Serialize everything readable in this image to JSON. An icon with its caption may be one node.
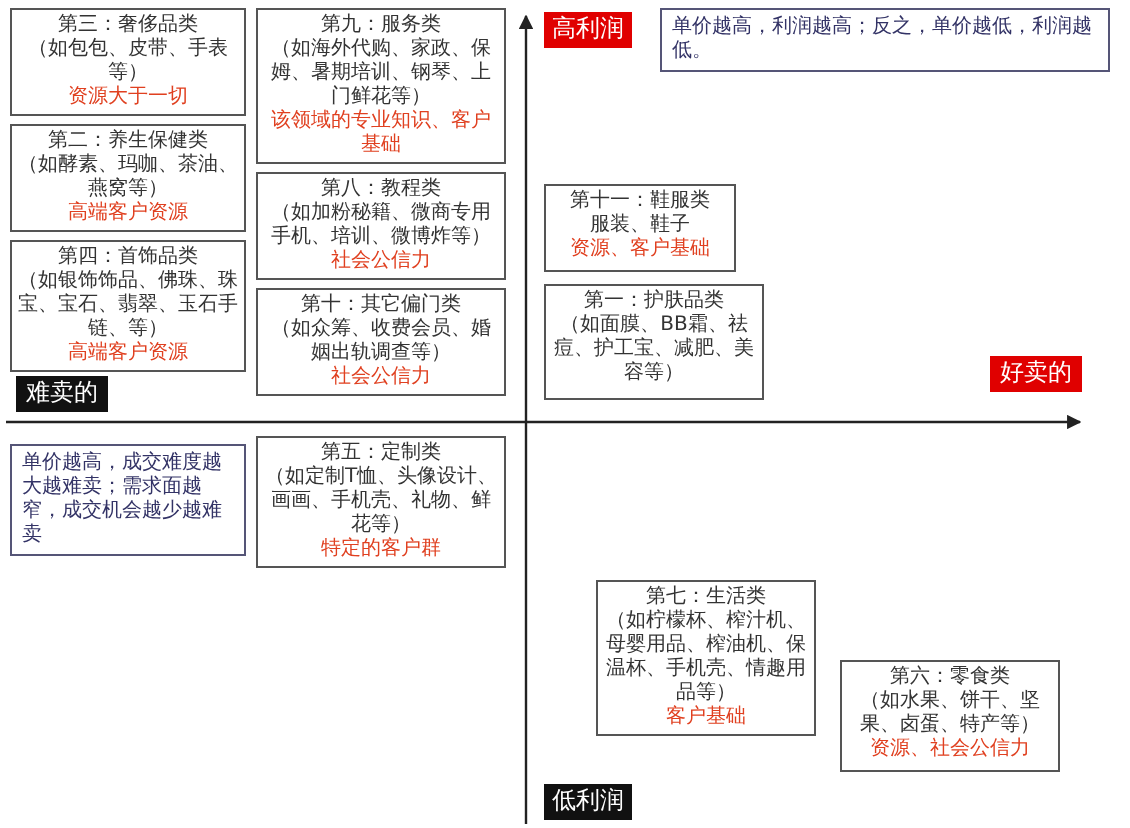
{
  "diagram": {
    "nodes": [
      {
        "text": [
          "第三：奢侈品类",
          "（如包包、皮带、手表等）",
          "资源大于一切"
        ]
      },
      {
        "text": [
          "第二：养生保健类",
          "（如酵素、玛咖、茶油、燕窝等）",
          "高端客户资源"
        ]
      },
      {
        "text": [
          "第四：首饰品类",
          "（如银饰饰品、佛珠、珠宝、宝石、翡翠、玉石手链、等）",
          "高端客户资源"
        ]
      },
      {
        "text": [
          "第九：服务类",
          "（如海外代购、家政、保姆、暑期培训、钢琴、上门鲜花等）",
          "该领域的专业知识、客户基础"
        ]
      },
      {
        "text": [
          "第八：教程类",
          "（如加粉秘籍、微商专用手机、培训、微博炸等）",
          "社会公信力"
        ]
      },
      {
        "text": [
          "第十：其它偏门类",
          "（如众筹、收费会员、婚姻出轨调查等）",
          "社会公信力"
        ]
      },
      {
        "text": [
          "第五：定制类",
          "（如定制T恤、头像设计、画画、手机壳、礼物、鲜花等）",
          "特定的客户群"
        ]
      },
      {
        "text": [
          "第十一：鞋服类",
          "服装、鞋子",
          "资源、客户基础"
        ]
      },
      {
        "text": [
          "第一：护肤品类",
          "（如面膜、BB霜、祛痘、护工宝、减肥、美容等）"
        ]
      },
      {
        "text": [
          "第七：生活类",
          "（如柠檬杯、榨汁机、母婴用品、榨油机、保温杯、手机壳、情趣用品等）",
          "客户基础"
        ]
      },
      {
        "text": [
          "第六：零食类",
          "（如水果、饼干、坚果、卤蛋、特产等）",
          "资源、社会公信力"
        ]
      },
      {
        "text": [
          "高利润"
        ]
      },
      {
        "text": [
          "单价越高，利润越高；反之，单价越低，利润越低。"
        ]
      },
      {
        "text": [
          "难卖的"
        ]
      },
      {
        "text": [
          "单价越高，成交难度越大越难卖；需求面越窄，成交机会越少越难卖"
        ]
      },
      {
        "text": [
          "好卖的"
        ]
      },
      {
        "text": [
          "低利润"
        ]
      }
    ]
  }
}
